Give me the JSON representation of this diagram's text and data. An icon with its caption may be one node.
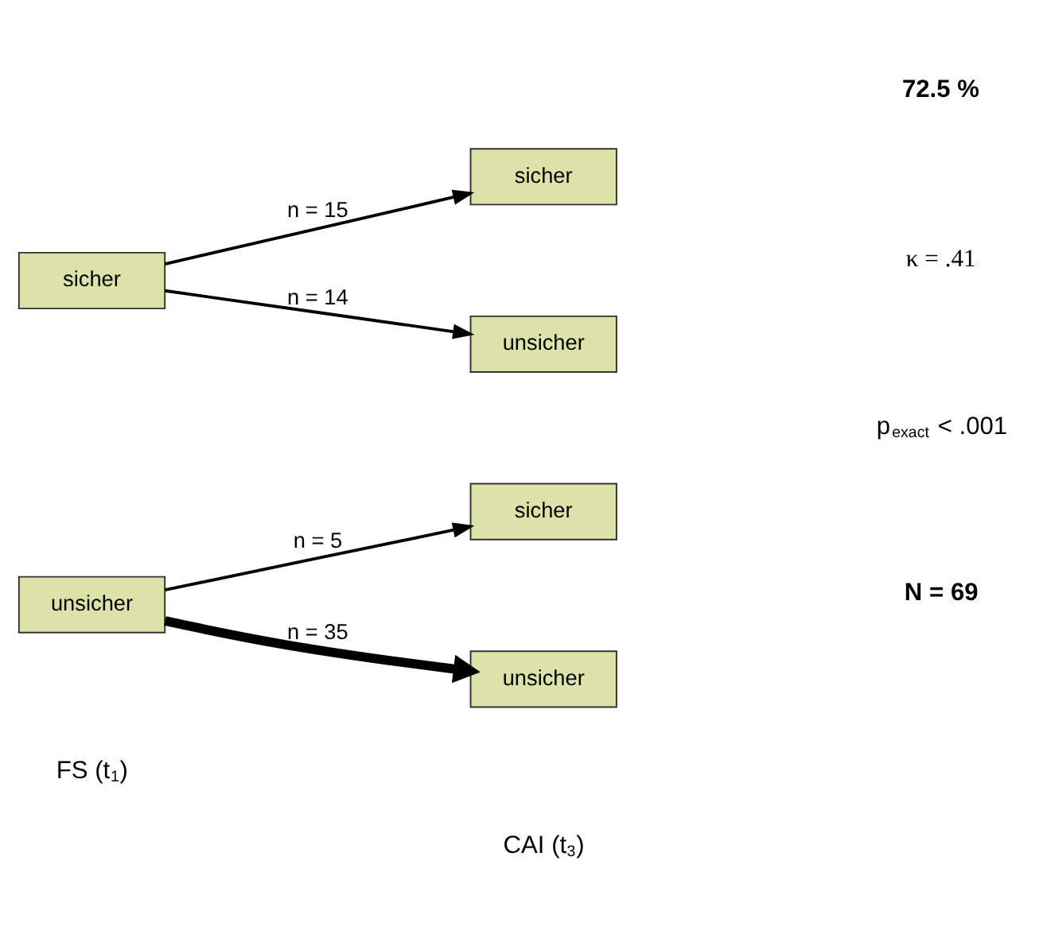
{
  "diagram": {
    "nodes": [
      {
        "text": [
          "sicher"
        ]
      },
      {
        "text": [
          "unsicher"
        ]
      },
      {
        "text": [
          "sicher"
        ]
      },
      {
        "text": [
          "unsicher"
        ]
      },
      {
        "text": [
          "sicher"
        ]
      },
      {
        "text": [
          "unsicher"
        ]
      }
    ],
    "edges": [
      {
        "from": 0,
        "to": 2,
        "arrow": "to",
        "label": "n = 15"
      },
      {
        "from": 0,
        "to": 3,
        "arrow": "to",
        "label": "n = 14"
      },
      {
        "from": 1,
        "to": 4,
        "arrow": "to",
        "label": "n = 5"
      },
      {
        "from": 1,
        "to": 5,
        "arrow": "to",
        "label": "n = 35",
        "style": "thick"
      }
    ],
    "labels": [
      "72.5 %",
      "κ = .41",
      "p$_{exact}$ < .001",
      "N = 69",
      "FS (t$_{1}$)",
      "CAI (t$_{3}$)"
    ]
  }
}
